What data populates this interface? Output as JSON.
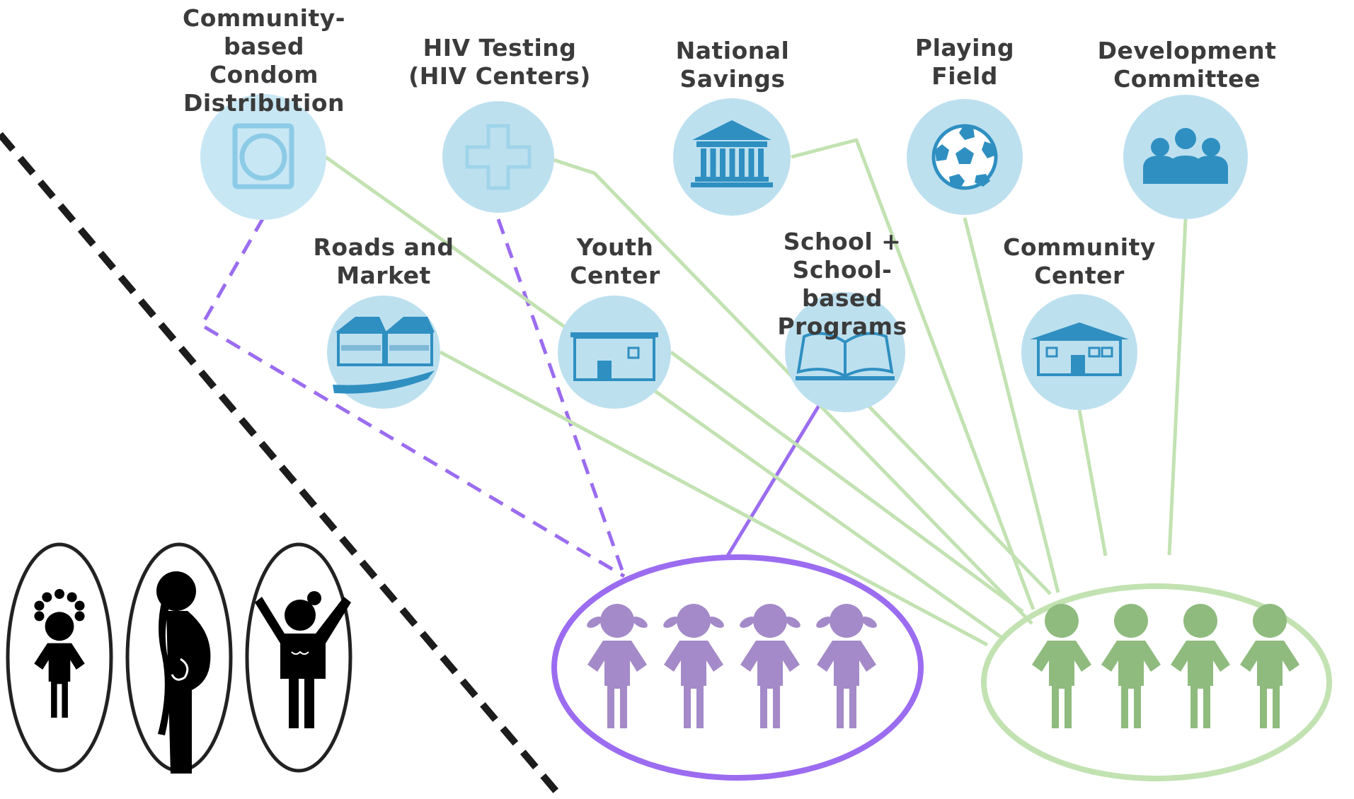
{
  "colors": {
    "node_fill": "#bde0ef",
    "node_fill_light": "#c8e7f4",
    "icon_blue": "#2f8fc1",
    "green_line": "#c2e2b2",
    "green_people": "#8fbb7e",
    "purple_line": "#9b6cf0",
    "purple_people": "#a48ac8",
    "divider": "#1c1c1c"
  },
  "nodes": [
    {
      "id": "condom",
      "label": "Community-based\nCondom\nDistribution",
      "icon": "condom-icon"
    },
    {
      "id": "hiv",
      "label": "HIV Testing\n(HIV Centers)",
      "icon": "medical-cross-icon"
    },
    {
      "id": "savings",
      "label": "National\nSavings",
      "icon": "bank-building-icon"
    },
    {
      "id": "field",
      "label": "Playing\nField",
      "icon": "soccer-ball-icon"
    },
    {
      "id": "committee",
      "label": "Development\nCommittee",
      "icon": "group-people-icon"
    },
    {
      "id": "roads",
      "label": "Roads and\nMarket",
      "icon": "market-stalls-icon"
    },
    {
      "id": "youth",
      "label": "Youth\nCenter",
      "icon": "youth-center-building-icon"
    },
    {
      "id": "school",
      "label": "School + School-\nbased Programs",
      "icon": "open-book-icon"
    },
    {
      "id": "community",
      "label": "Community\nCenter",
      "icon": "community-house-icon"
    }
  ],
  "groups": [
    {
      "id": "girls",
      "icon": "girls-group-icon",
      "color": "purple"
    },
    {
      "id": "boys",
      "icon": "boys-group-icon",
      "color": "green"
    }
  ],
  "excluded_figures": [
    {
      "icon": "girl-silhouette-icon"
    },
    {
      "icon": "pregnant-girl-silhouette-icon"
    },
    {
      "icon": "child-waving-silhouette-icon"
    }
  ],
  "connections": [
    {
      "from": "condom",
      "to": "girls",
      "style": "dashed",
      "color": "purple"
    },
    {
      "from": "hiv",
      "to": "girls",
      "style": "dashed",
      "color": "purple"
    },
    {
      "from": "school",
      "to": "girls",
      "style": "solid",
      "color": "purple"
    },
    {
      "from": "condom",
      "to": "boys",
      "style": "solid",
      "color": "green"
    },
    {
      "from": "hiv",
      "to": "boys",
      "style": "solid",
      "color": "green"
    },
    {
      "from": "savings",
      "to": "boys",
      "style": "solid",
      "color": "green"
    },
    {
      "from": "field",
      "to": "boys",
      "style": "solid",
      "color": "green"
    },
    {
      "from": "committee",
      "to": "boys",
      "style": "solid",
      "color": "green"
    },
    {
      "from": "roads",
      "to": "boys",
      "style": "solid",
      "color": "green"
    },
    {
      "from": "youth",
      "to": "boys",
      "style": "solid",
      "color": "green"
    },
    {
      "from": "school",
      "to": "boys",
      "style": "solid",
      "color": "green"
    },
    {
      "from": "community",
      "to": "boys",
      "style": "solid",
      "color": "green"
    }
  ]
}
